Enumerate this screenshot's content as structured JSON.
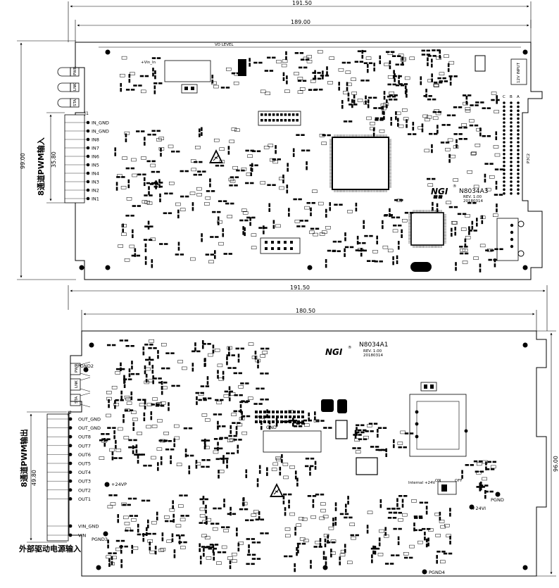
{
  "top_board": {
    "dim_width_outer": "191.50",
    "dim_width_inner": "189.00",
    "dim_height": "99.00",
    "dim_pwm_span": "35.80",
    "vo_level": "VO LEVEL",
    "vin_in": "+Vin_In",
    "label_vertical_cn": "8通道PWM输入",
    "led_labels": [
      "PWR",
      "LNK",
      "STA"
    ],
    "input_pins": [
      "IN_GND",
      "IN_GND",
      "IN8",
      "IN7",
      "IN6",
      "IN5",
      "IN4",
      "IN3",
      "IN2",
      "IN1"
    ],
    "brand": "NGI",
    "model": "N8034A3",
    "rev": "REV. 1.00",
    "date": "20180314",
    "connector_j1": "J1",
    "edge_label": "P3C2",
    "right_input": "12V INPUT",
    "abc_labels": [
      "C",
      "B",
      "A"
    ]
  },
  "bottom_board": {
    "dim_width_outer": "191.50",
    "dim_width_inner": "180.50",
    "dim_height": "96.00",
    "dim_pwm_span": "49.80",
    "label_vertical_cn": "8通道PWM输出",
    "label_bottom_cn": "外部驱动电源输入",
    "led_labels": [
      "PWR",
      "LNK",
      "STA"
    ],
    "output_pins": [
      "OUT_GND",
      "OUT_GND",
      "OUT8",
      "OUT7",
      "OUT6",
      "OUT5",
      "OUT4",
      "OUT3",
      "OUT2",
      "OUT1"
    ],
    "vin_pins": [
      "VIN_GND",
      "VIN"
    ],
    "brand": "NGI",
    "model": "N8034A1",
    "rev": "REV. 1.00",
    "date": "20180314",
    "pgnd_labels": [
      "PGND2",
      "PGND3",
      "PGND",
      "PGND4"
    ],
    "plus24_labels": [
      "+24VP",
      "+24VI"
    ],
    "internal_label": "Internal +24V",
    "switch_on": "ON",
    "switch_off": "OFF",
    "connector_j2": "J2",
    "gnd_label": "GND"
  }
}
